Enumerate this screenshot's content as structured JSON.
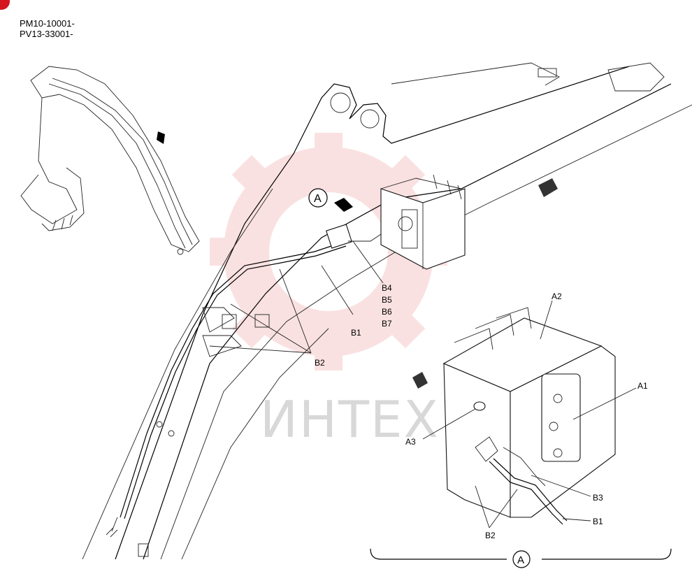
{
  "header": {
    "line1": "PM10-10001-",
    "line2": "PV13-33001-"
  },
  "watermark": {
    "text": "ИНТЕХ",
    "color": "#f2b8b8"
  },
  "labels": {
    "A": "A",
    "A_bottom": "A",
    "A1": "A1",
    "A2": "A2",
    "A3": "A3",
    "B1_left": "B1",
    "B1_right": "B1",
    "B2_left": "B2",
    "B2_right": "B2",
    "B3": "B3",
    "B4": "B4",
    "B5": "B5",
    "B6": "B6",
    "B7": "B7"
  },
  "colors": {
    "corner_mark": "#d4141e",
    "line": "#000000"
  }
}
